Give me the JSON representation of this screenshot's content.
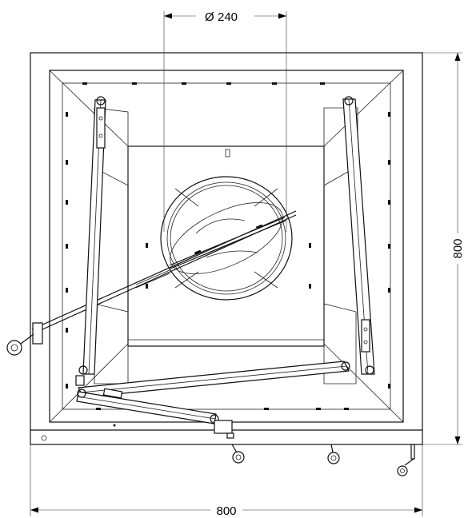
{
  "dimensions": {
    "top_diameter": "240",
    "top_diameter_symbol": "Ø",
    "right_height": "800",
    "bottom_width": "800"
  }
}
